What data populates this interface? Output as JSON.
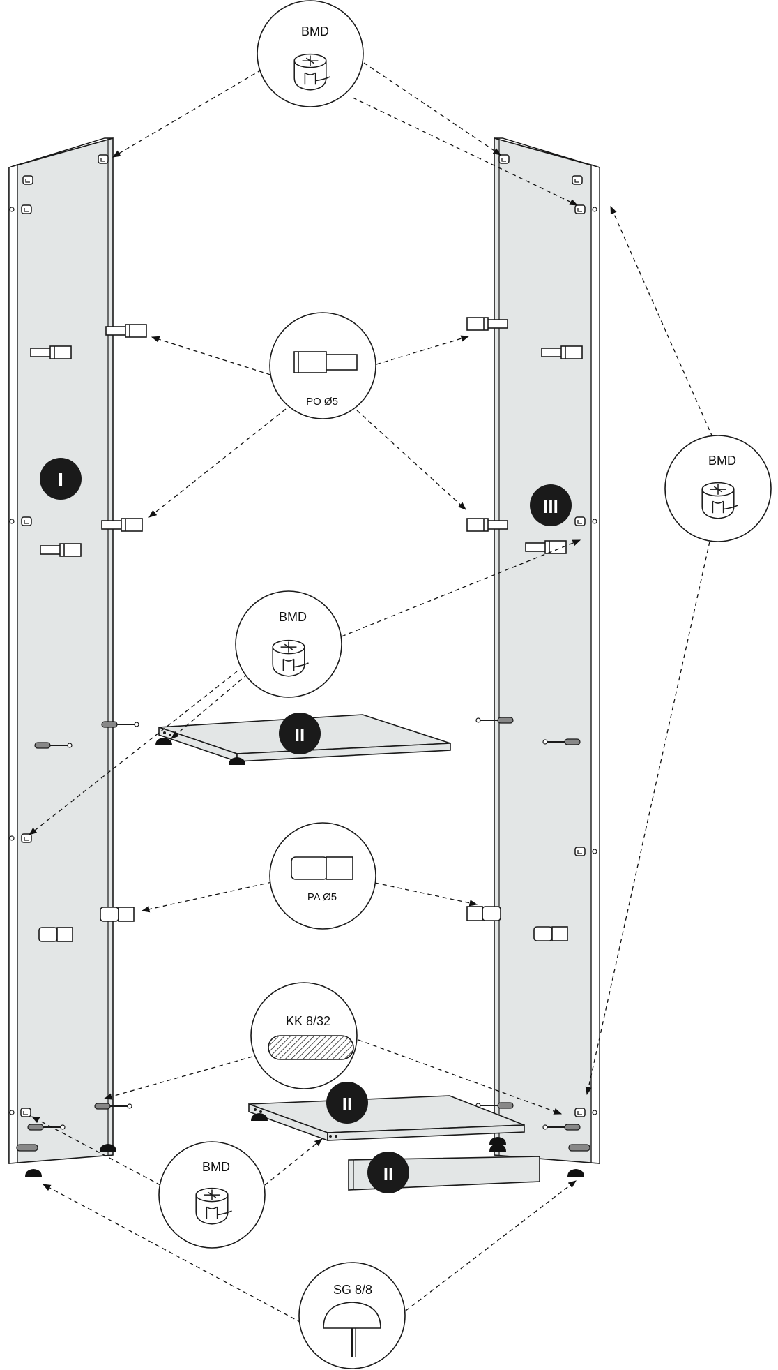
{
  "callouts": {
    "bmd_top": "BMD",
    "bmd_right": "BMD",
    "bmd_middle": "BMD",
    "bmd_bottom": "BMD",
    "po": "PO Ø5",
    "pa": "PA Ø5",
    "kk": "KK 8/32",
    "sg": "SG 8/8"
  },
  "badges": {
    "left_panel": "I",
    "right_panel": "III",
    "middle_shelf": "II",
    "bottom_shelf": "II",
    "plinth": "II"
  },
  "colors": {
    "panel_fill": "#e3e6e6",
    "line": "#1a1a1a",
    "badge": "#1a1a1a"
  }
}
